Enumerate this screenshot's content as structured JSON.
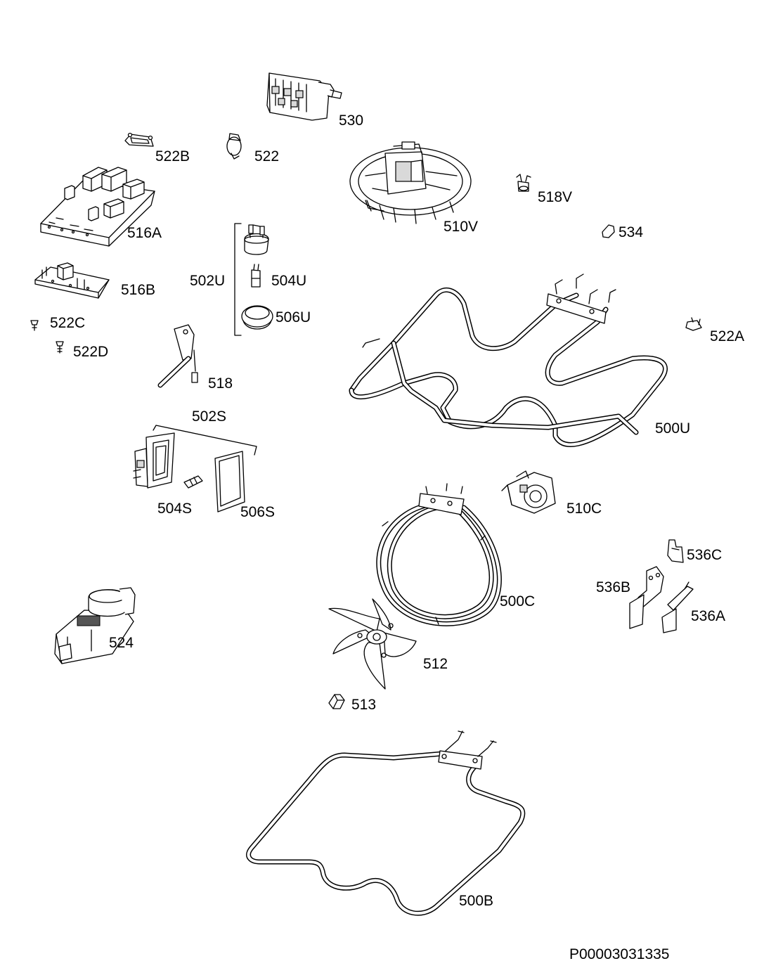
{
  "drawing_code": "P00003031335",
  "parts": [
    {
      "id": "530",
      "label": "530",
      "icon": "terminal-block-icon"
    },
    {
      "id": "522b",
      "label": "522B",
      "icon": "clip-bracket-icon"
    },
    {
      "id": "522",
      "label": "522",
      "icon": "lamp-socket-icon"
    },
    {
      "id": "510v",
      "label": "510V",
      "icon": "cooling-fan-icon"
    },
    {
      "id": "518v",
      "label": "518V",
      "icon": "thermostat-icon"
    },
    {
      "id": "534",
      "label": "534",
      "icon": "spacer-icon"
    },
    {
      "id": "516a",
      "label": "516A",
      "icon": "circuit-board-icon"
    },
    {
      "id": "502u",
      "label": "502U",
      "icon": "lamp-assembly-icon"
    },
    {
      "id": "504u",
      "label": "504U",
      "icon": "bulb-icon"
    },
    {
      "id": "506u",
      "label": "506U",
      "icon": "lamp-glass-icon"
    },
    {
      "id": "516b",
      "label": "516B",
      "icon": "circuit-board-icon"
    },
    {
      "id": "522c",
      "label": "522C",
      "icon": "screw-icon"
    },
    {
      "id": "522d",
      "label": "522D",
      "icon": "screw-icon"
    },
    {
      "id": "518",
      "label": "518",
      "icon": "temperature-sensor-icon"
    },
    {
      "id": "522a",
      "label": "522A",
      "icon": "clip-icon"
    },
    {
      "id": "500u",
      "label": "500U",
      "icon": "grill-element-icon"
    },
    {
      "id": "502s",
      "label": "502S",
      "icon": "side-lamp-assembly-icon"
    },
    {
      "id": "504s",
      "label": "504S",
      "icon": "bulb-icon"
    },
    {
      "id": "506s",
      "label": "506S",
      "icon": "lamp-cover-icon"
    },
    {
      "id": "510c",
      "label": "510C",
      "icon": "fan-motor-icon"
    },
    {
      "id": "536c",
      "label": "536C",
      "icon": "bracket-icon"
    },
    {
      "id": "536b",
      "label": "536B",
      "icon": "bracket-icon"
    },
    {
      "id": "500c",
      "label": "500C",
      "icon": "circular-element-icon"
    },
    {
      "id": "536a",
      "label": "536A",
      "icon": "bracket-icon"
    },
    {
      "id": "524",
      "label": "524",
      "icon": "door-lock-icon"
    },
    {
      "id": "512",
      "label": "512",
      "icon": "fan-blade-icon"
    },
    {
      "id": "513",
      "label": "513",
      "icon": "nut-icon"
    },
    {
      "id": "500b",
      "label": "500B",
      "icon": "bottom-element-icon"
    }
  ]
}
